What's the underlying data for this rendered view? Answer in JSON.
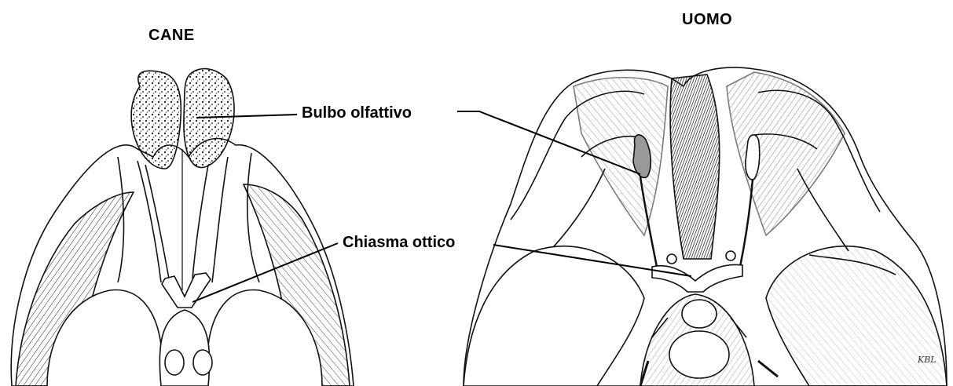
{
  "titles": {
    "left": "CANE",
    "right": "UOMO"
  },
  "callouts": {
    "olfactory_bulb": "Bulbo olfattivo",
    "optic_chiasm": "Chiasma ottico"
  },
  "signature": "KBL"
}
